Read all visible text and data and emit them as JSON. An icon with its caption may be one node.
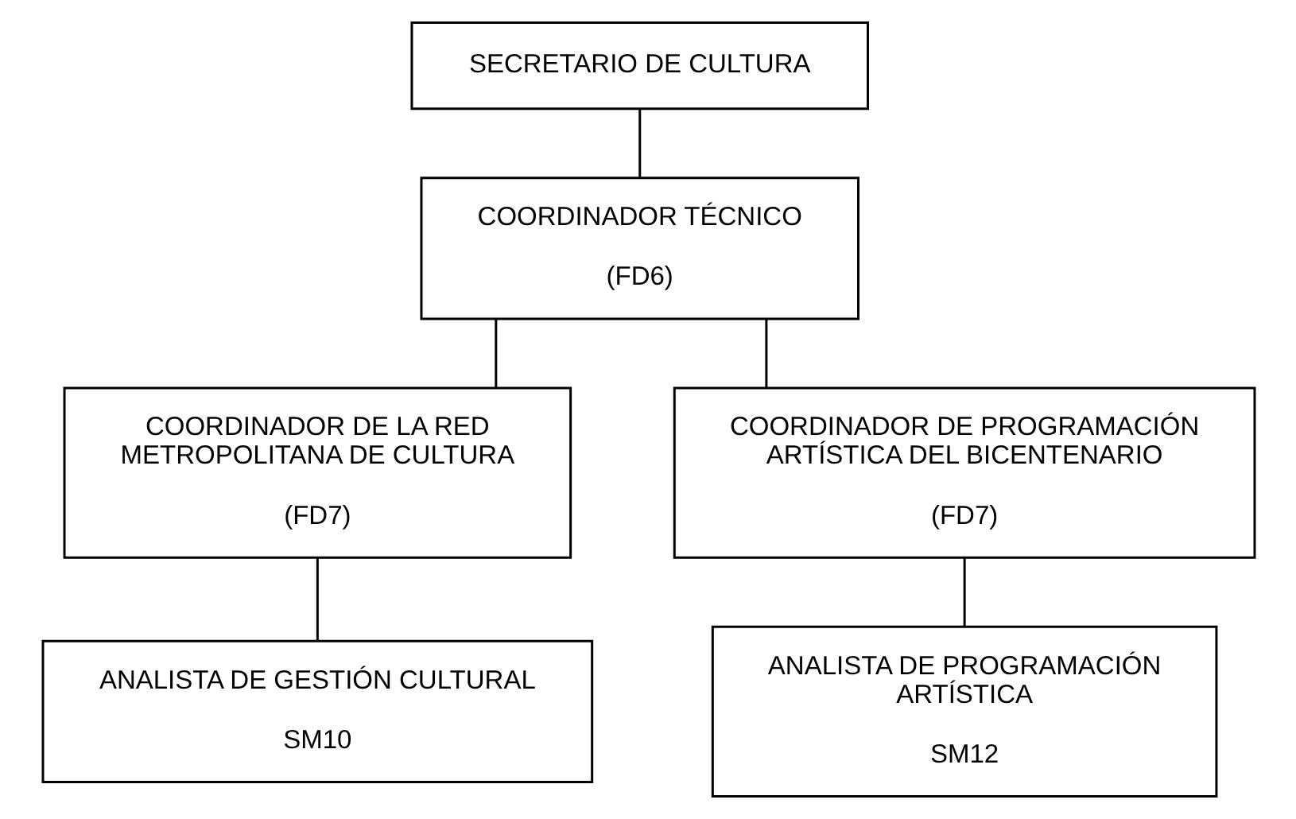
{
  "diagram": {
    "nodes": [
      {
        "text": [
          "SECRETARIO DE CULTURA"
        ]
      },
      {
        "text": [
          "COORDINADOR TÉCNICO",
          "(FD6)"
        ]
      },
      {
        "text": [
          "COORDINADOR DE LA RED METROPOLITANA DE CULTURA",
          "(FD7)"
        ]
      },
      {
        "text": [
          "COORDINADOR DE PROGRAMACIÓN ARTÍSTICA DEL BICENTENARIO",
          "(FD7)"
        ]
      },
      {
        "text": [
          "ANALISTA DE GESTIÓN CULTURAL",
          "SM10"
        ]
      },
      {
        "text": [
          "ANALISTA DE PROGRAMACIÓN ARTÍSTICA",
          "SM12"
        ]
      }
    ],
    "edges": [
      {
        "from": 0,
        "to": 1,
        "arrow": "none"
      },
      {
        "from": 1,
        "to": 2,
        "arrow": "none"
      },
      {
        "from": 1,
        "to": 3,
        "arrow": "none"
      },
      {
        "from": 2,
        "to": 4,
        "arrow": "none"
      },
      {
        "from": 3,
        "to": 5,
        "arrow": "none"
      }
    ]
  }
}
